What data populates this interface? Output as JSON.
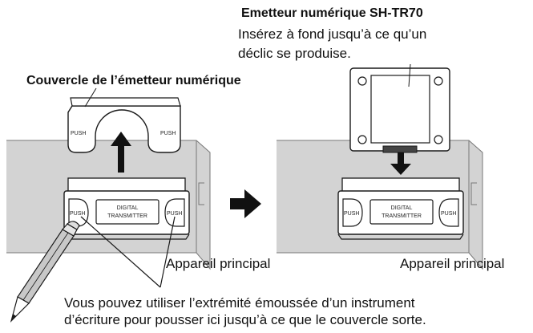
{
  "labels": {
    "transmitter_title": "Emetteur numérique SH-TR70",
    "transmitter_line1": "Insérez à fond jusqu’à ce qu’un",
    "transmitter_line2": "déclic se produise.",
    "cover_title": "Couvercle de l’émetteur numérique",
    "main_unit_left": "Appareil principal",
    "main_unit_right": "Appareil principal",
    "note_line1": "Vous pouvez utiliser l’extrémité émoussée d’un instrument",
    "note_line2": "d’écriture pour pousser ici jusqu’à ce que le couvercle sorte."
  },
  "device_text": {
    "push": "PUSH",
    "digital": "DIGITAL",
    "transmitter": "TRANSMITTER"
  },
  "colors": {
    "panel_gray": "#d3d3d3",
    "line": "#1a1a1a",
    "arrow": "#111111"
  },
  "icons": [
    "pencil-icon",
    "arrow-up-icon",
    "arrow-right-icon",
    "arrow-down-icon"
  ]
}
